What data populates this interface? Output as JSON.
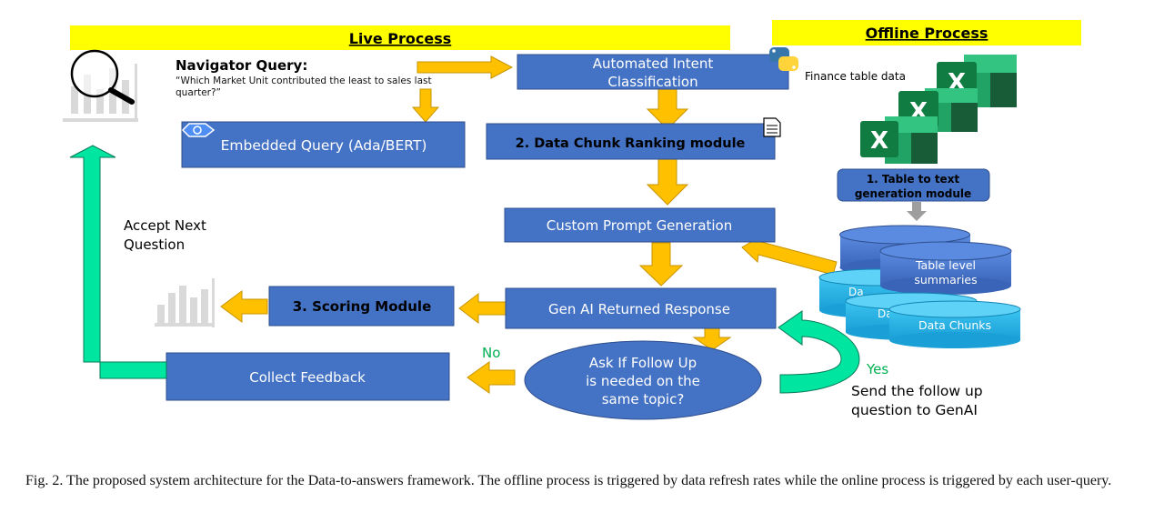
{
  "banners": {
    "live": "Live Process",
    "offline": "Offline Process"
  },
  "query": {
    "title": "Navigator Query:",
    "line1": "“Which Market Unit contributed the least to sales last",
    "line2": "quarter?”"
  },
  "boxes": {
    "intent_line1": "Automated Intent",
    "intent_line2": "Classification",
    "embedded": "Embedded Query (Ada/BERT)",
    "ranking": "2. Data Chunk Ranking module",
    "prompt": "Custom Prompt Generation",
    "response": "Gen AI Returned Response",
    "scoring": "3. Scoring Module",
    "feedback": "Collect Feedback"
  },
  "decision": {
    "line1": "Ask If Follow Up",
    "line2": "is needed on the",
    "line3": "same topic?"
  },
  "labels": {
    "accept_line1": "Accept Next",
    "accept_line2": "Question",
    "no": "No",
    "yes": "Yes",
    "send_line1": "Send the follow up",
    "send_line2": "question to GenAI",
    "finance": "Finance table data"
  },
  "offline": {
    "table_module_line1": "1. Table to text",
    "table_module_line2": "generation module",
    "summaries_line1": "Table level",
    "summaries_line2": "summaries",
    "chunks": "Data Chunks",
    "da1": "Da",
    "da2": "Da",
    "excel_glyph": "X"
  },
  "colors": {
    "blue_box": "#4472c4",
    "orange_arrow": "#ffc000",
    "banner_yellow": "#ffff00",
    "teal_arrow": "#00e6a0",
    "excel_green": "#1e7145",
    "cylinder_cyan": "#29b6e8",
    "label_green": "#00b050"
  },
  "caption": "Fig. 2.  The proposed system architecture for the Data-to-answers framework. The offline process is triggered by data refresh rates while the online process is triggered by each user-query."
}
